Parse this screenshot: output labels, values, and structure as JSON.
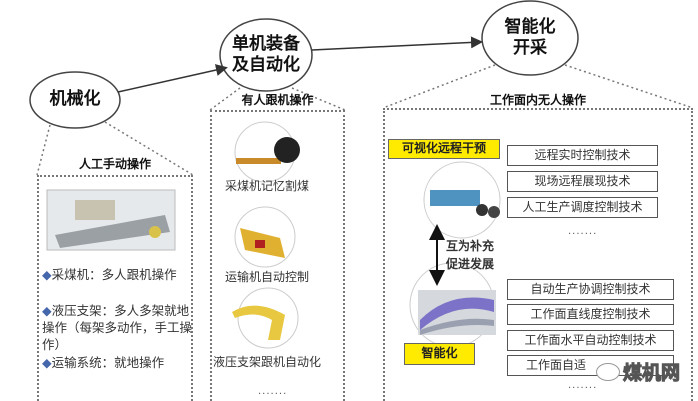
{
  "stages": [
    {
      "title": "机械化",
      "section": "人工手动操作"
    },
    {
      "title_line1": "单机装备",
      "title_line2": "及自动化",
      "section": "有人跟机操作"
    },
    {
      "title_line1": "智能化",
      "title_line2": "开采",
      "section": "工作面内无人操作"
    }
  ],
  "mechanized": {
    "bullets": [
      "采煤机：多人跟机操作",
      "液压支架：多人多架就地操作（每架多动作，手工操作）",
      "运输系统：就地操作"
    ]
  },
  "automation": {
    "items": [
      "采煤机记忆割煤",
      "运输机自动控制",
      "液压支架跟机自动化"
    ],
    "ellipsis": "......."
  },
  "intelligent": {
    "remote_label": "可视化远程干预",
    "smart_label": "智能化",
    "relation_line1": "互为补充",
    "relation_line2": "促进发展",
    "remote_tech": [
      "远程实时控制技术",
      "现场远程展现技术",
      "人工生产调度控制技术"
    ],
    "remote_ellipsis": ".......",
    "smart_tech": [
      "自动生产协调控制技术",
      "工作面直线度控制技术",
      "工作面水平自动控制技术",
      "工作面自适"
    ],
    "smart_ellipsis": "......."
  },
  "watermark": "煤机网",
  "colors": {
    "highlight": "#ffeb00",
    "border": "#777777"
  }
}
